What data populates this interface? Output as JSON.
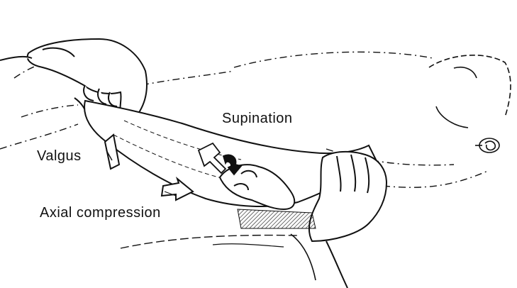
{
  "labels": {
    "supination": "Supination",
    "valgus": "Valgus",
    "axial_compression": "Axial compression"
  },
  "colors": {
    "ink": "#111111",
    "background": "#ffffff"
  }
}
